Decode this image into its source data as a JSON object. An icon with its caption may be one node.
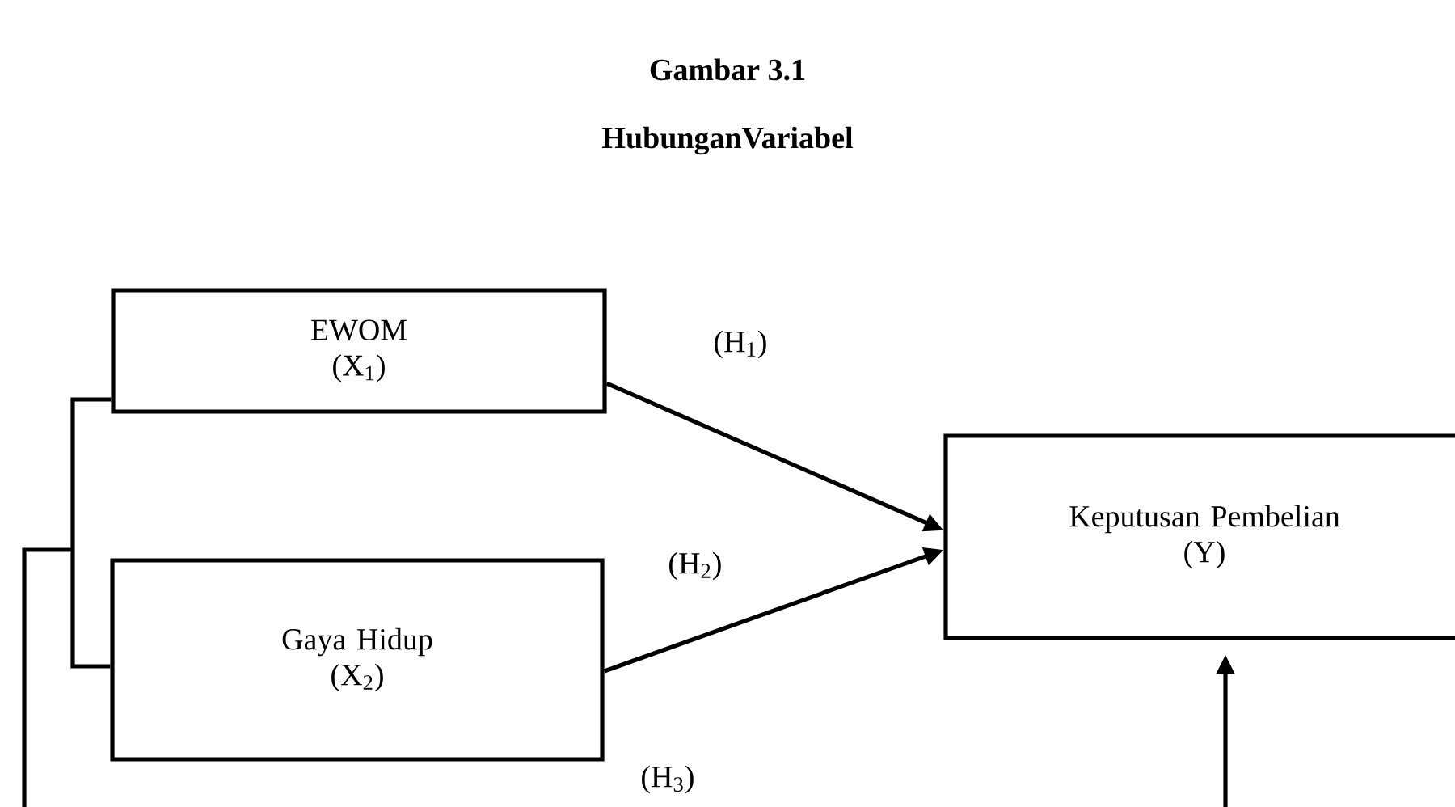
{
  "diagram": {
    "title": "Gambar 3.1",
    "caption": "HubunganVariabel",
    "nodes": [
      {
        "text": [
          "EWOM",
          "(X$_{1}$)"
        ]
      },
      {
        "text": [
          "Gaya Hidup",
          "(X$_{2}$)"
        ]
      },
      {
        "text": [
          "Keputusan Pembelian",
          "(Y)"
        ]
      }
    ],
    "edges": [
      {
        "from": 0,
        "to": 2,
        "arrow": "to",
        "label": "(H$_{1}$)"
      },
      {
        "from": 1,
        "to": 2,
        "arrow": "to",
        "label": "(H$_{2}$)"
      },
      {
        "from": 0,
        "to": 2,
        "arrow": "to",
        "label": "(H$_{3}$)"
      },
      {
        "from": 1,
        "to": 2,
        "arrow": "to"
      }
    ]
  }
}
